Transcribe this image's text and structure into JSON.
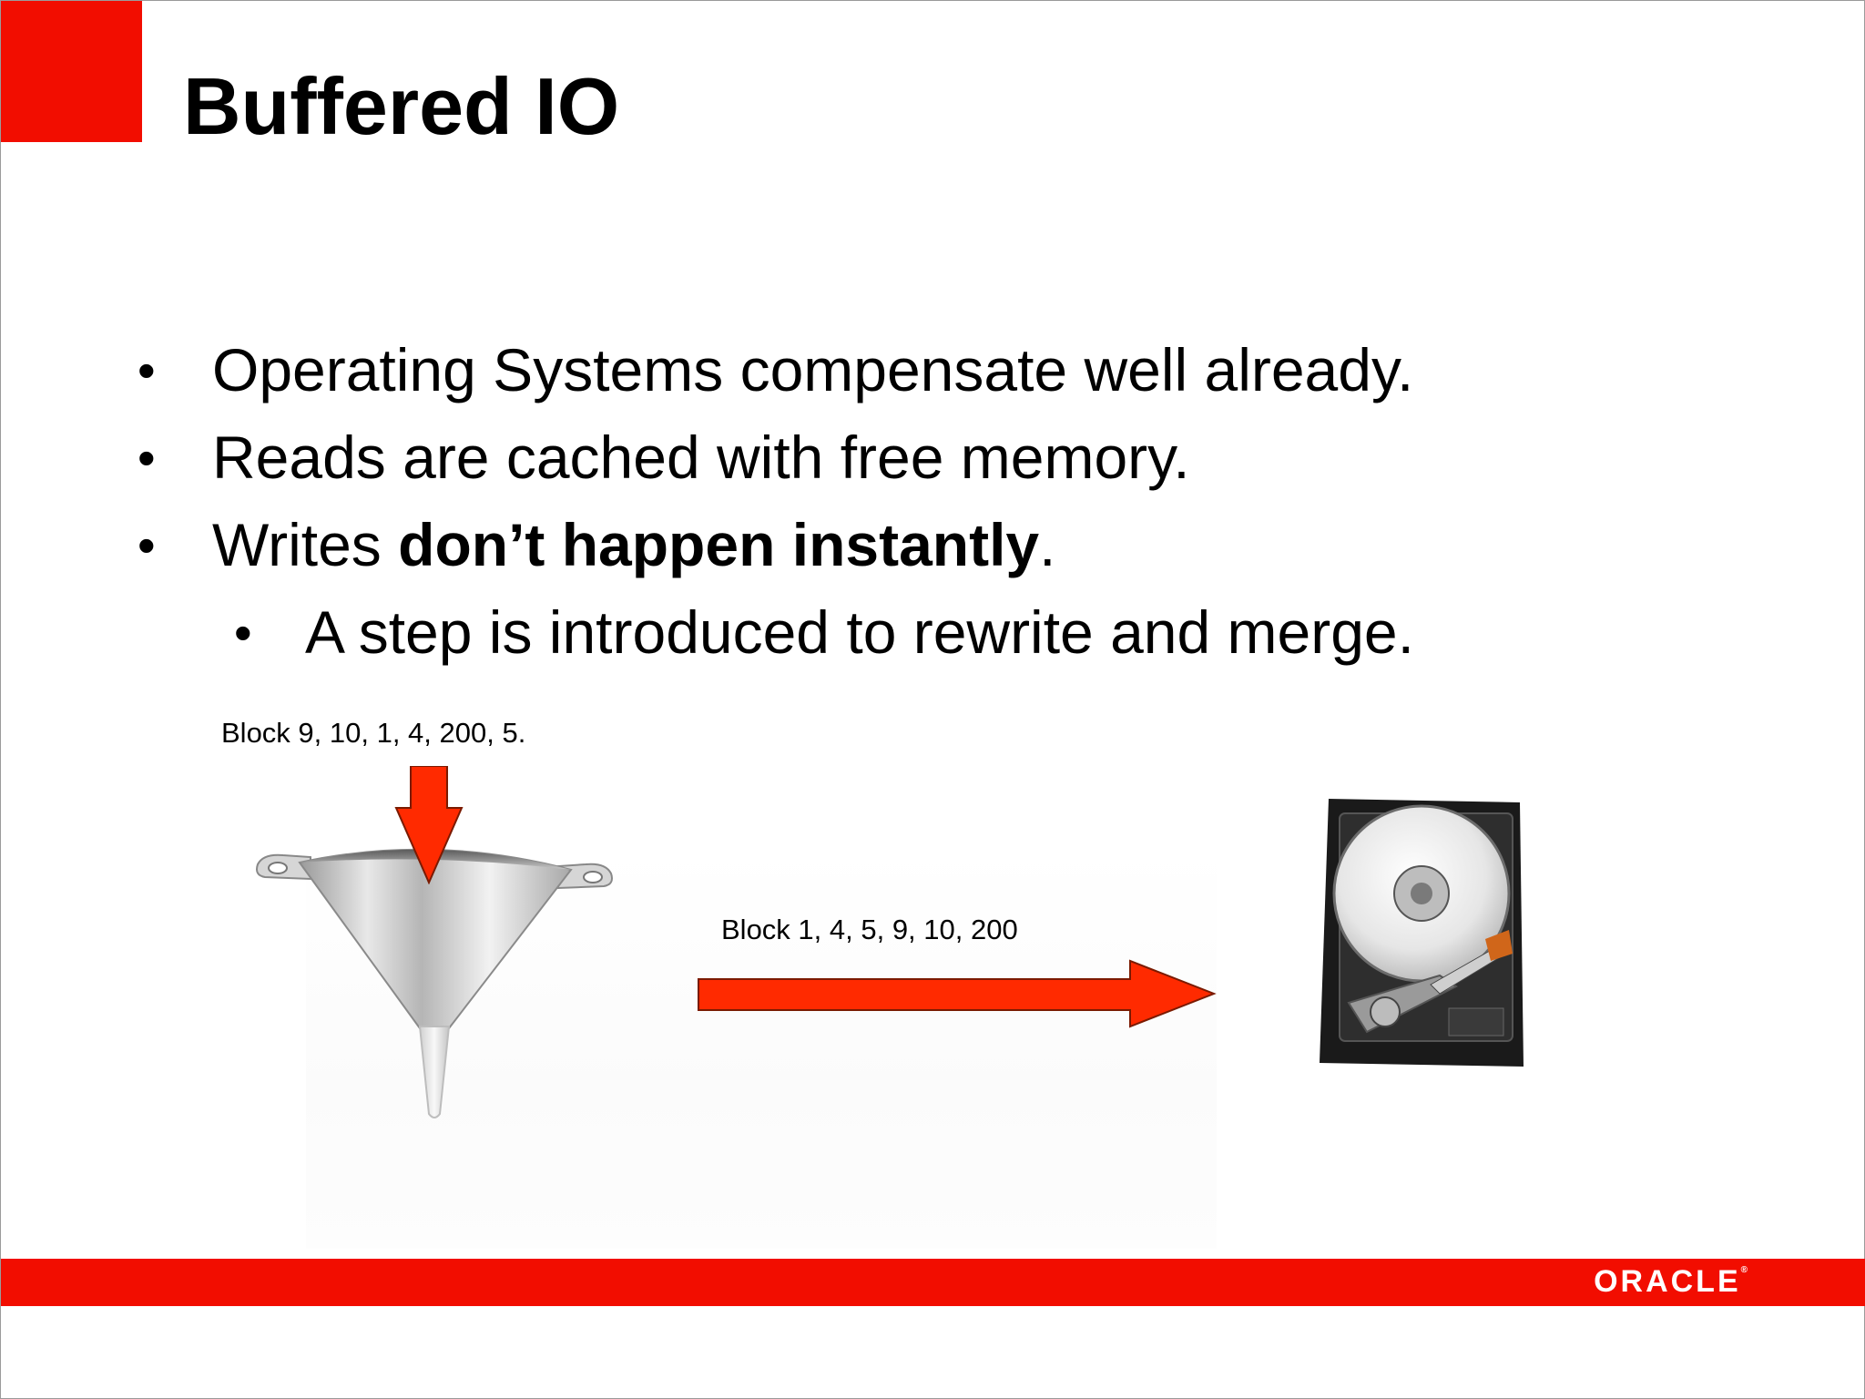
{
  "slide": {
    "title": "Buffered IO",
    "bullets": [
      "Operating Systems compensate well already.",
      "Reads are cached with free memory."
    ],
    "bullet3": {
      "prefix": "Writes ",
      "bold": "don’t happen instantly",
      "suffix": "."
    },
    "sub_bullet": "A step is introduced to rewrite and merge.",
    "bullet_symbol": "•",
    "diagram": {
      "input_label": "Block 9,  10,  1,   4,  200, 5.",
      "output_label": "Block 1, 4, 5, 9, 10, 200",
      "input_object": "funnel",
      "output_object": "hard-disk-drive"
    },
    "footer": {
      "logo": "ORACLE",
      "logo_mark": "®"
    },
    "colors": {
      "accent_red": "#f20d00",
      "arrow_red": "#ff2a00",
      "text": "#000000"
    }
  }
}
